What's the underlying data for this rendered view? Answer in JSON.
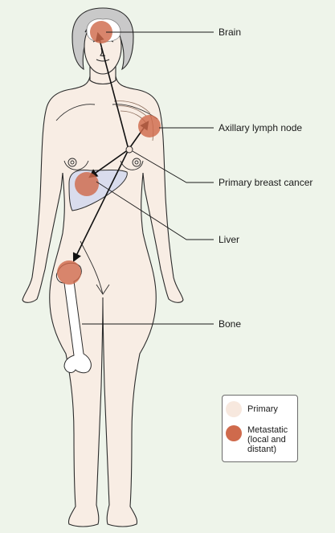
{
  "labels": {
    "brain": "Brain",
    "axillary": "Axillary lymph node",
    "primary_breast_cancer": "Primary breast cancer",
    "liver": "Liver",
    "bone": "Bone"
  },
  "legend": {
    "primary": {
      "label": "Primary",
      "color": "#f7e8de"
    },
    "metastatic": {
      "label": "Metastatic\n(local and\ndistant)",
      "color": "#cf6a4c"
    }
  },
  "colors": {
    "background": "#eef4ea",
    "skin": "#f8ede4",
    "outline": "#2b2b2b",
    "hair": "#c9c9c9",
    "liver": "#d9dced",
    "metastasis": "#cf6a4c"
  }
}
